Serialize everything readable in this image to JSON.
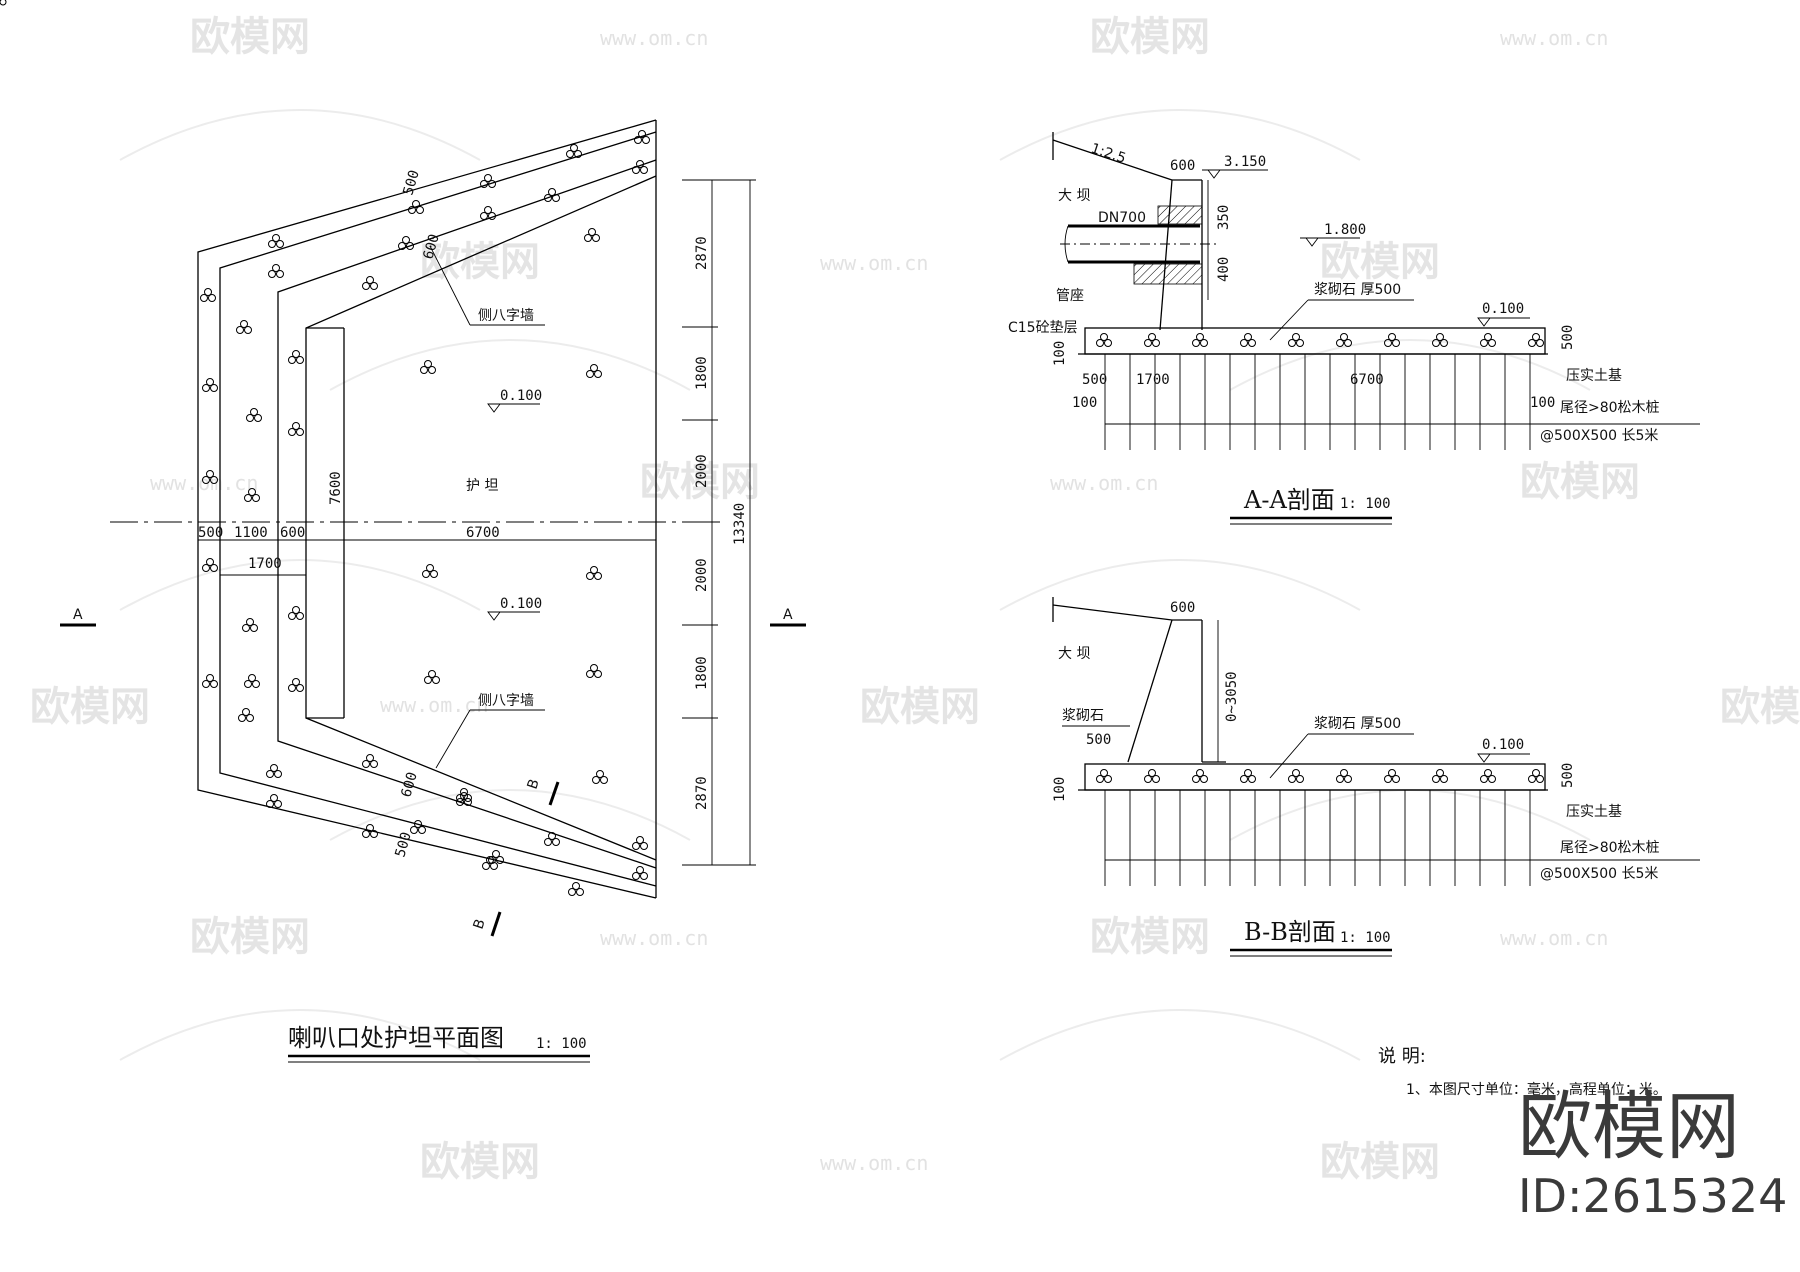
{
  "plan": {
    "title": "喇叭口处护坦平面图",
    "scale": "1: 100",
    "section_a_label": "A",
    "wing_wall_label": "侧八字墙",
    "apron_label": "护 坦",
    "elev_top": "0.100",
    "elev_bottom": "0.100",
    "dims_horizontal": [
      "500",
      "1100",
      "600",
      "6700",
      "1700"
    ],
    "dim_wall_top": [
      "500",
      "600"
    ],
    "dim_wall_bottom": [
      "600",
      "500"
    ],
    "dim_vertical_inner": "7600",
    "dims_vertical_right": [
      "2870",
      "1800",
      "2000",
      "2000",
      "1800",
      "2870"
    ],
    "dim_total": "13340",
    "section_b_label": "B"
  },
  "section_aa": {
    "title": "A-A剖面",
    "scale": "1: 100",
    "slope": "1:2.5",
    "dam_label": "大 坝",
    "pipe_label": "DN700",
    "pipe_seat_label": "管座",
    "cushion_label": "C15砼垫层",
    "masonry_label": "浆砌石  厚500",
    "elev_top": "3.150",
    "elev_mid": "1.800",
    "elev_apron": "0.100",
    "dims": [
      "600",
      "350",
      "400",
      "500",
      "100",
      "500",
      "1700",
      "6700",
      "100",
      "100"
    ],
    "soil_label": "压实土基",
    "pile_label": "尾径>80松木桩",
    "pile_spacing": "@500X500  长5米"
  },
  "section_bb": {
    "title": "B-B剖面",
    "scale": "1: 100",
    "dam_label": "大 坝",
    "masonry_slope_label": "浆砌石",
    "masonry_label": "浆砌石  厚500",
    "elev_apron": "0.100",
    "dims": [
      "600",
      "0~3050",
      "500",
      "100",
      "500"
    ],
    "soil_label": "压实土基",
    "pile_label": "尾径>80松木桩",
    "pile_spacing": "@500X500  长5米"
  },
  "notes": {
    "heading": "说 明:",
    "line1": "1、本图尺寸单位：毫米，高程单位：米。"
  },
  "watermark": {
    "text": "欧模网",
    "url": "www.om.cn"
  },
  "brand": {
    "name": "欧模网",
    "id": "ID:2615324"
  }
}
